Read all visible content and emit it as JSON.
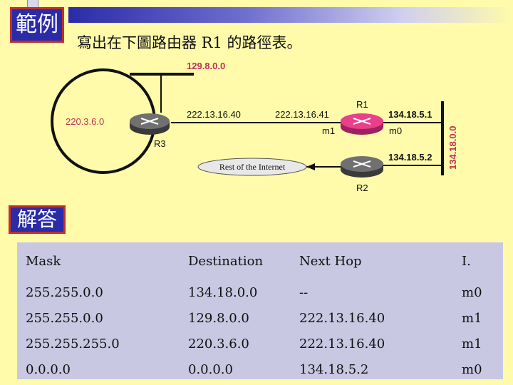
{
  "slide": {
    "title": "範例",
    "subtitle": "寫出在下圖路由器 R1 的路徑表。",
    "answer_label": "解答"
  },
  "diagram": {
    "net_129": "129.8.0.0",
    "net_220": "220.3.6.0",
    "net_134": "134.18.0.0",
    "r3_ip": "222.13.16.40",
    "r3_name": "R3",
    "r1_ip_left": "222.13.16.41",
    "r1_name": "R1",
    "r1_m1": "m1",
    "r1_m0": "m0",
    "r1_ip_right": "134.18.5.1",
    "r2_ip": "134.18.5.2",
    "r2_name": "R2",
    "internet": "Rest of the Internet"
  },
  "colors": {
    "background": "#fffbab",
    "title_blue": "#2b2ba8",
    "border_red": "#c0302a",
    "net_label": "#c0305a",
    "router_r1": "#e8408a",
    "router_gray": "#606060"
  },
  "table": {
    "headers": [
      "Mask",
      "Destination",
      "Next Hop",
      "I."
    ],
    "rows": [
      [
        "255.255.0.0",
        "134.18.0.0",
        "--",
        "m0"
      ],
      [
        "255.255.0.0",
        "129.8.0.0",
        "222.13.16.40",
        "m1"
      ],
      [
        "255.255.255.0",
        "220.3.6.0",
        "222.13.16.40",
        "m1"
      ],
      [
        "0.0.0.0",
        "0.0.0.0",
        "134.18.5.2",
        "m0"
      ]
    ]
  }
}
